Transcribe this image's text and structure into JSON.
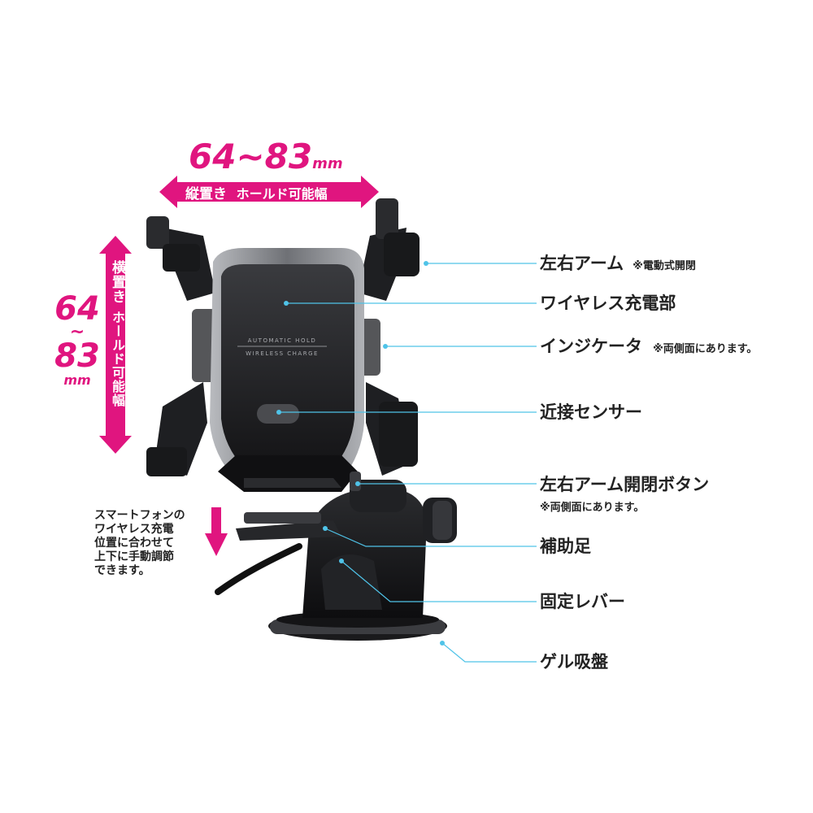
{
  "portrait_dimension": {
    "value": "64~83",
    "unit": "mm",
    "caption_bold": "縦置き",
    "caption": "ホールド可能幅"
  },
  "landscape_dimension": {
    "value_top": "64",
    "tilde": "~",
    "value_bottom": "83",
    "unit": "mm",
    "caption_bold": "横置き",
    "caption": "ホールド可能幅"
  },
  "adjust_note": {
    "lines": [
      "スマートフォンの",
      "ワイヤレス充電",
      "位置に合わせて",
      "上下に手動調節",
      "できます。"
    ]
  },
  "product_print": {
    "line1": "AUTOMATIC HOLD",
    "line2": "WIRELESS CHARGE"
  },
  "callouts": [
    {
      "label": "左右アーム",
      "note": "※電動式開閉"
    },
    {
      "label": "ワイヤレス充電部",
      "note": ""
    },
    {
      "label": "インジケータ",
      "note": "※両側面にあります。"
    },
    {
      "label": "近接センサー",
      "note": ""
    },
    {
      "label": "左右アーム開閉ボタン",
      "note": "※両側面にあります。"
    },
    {
      "label": "補助足",
      "note": ""
    },
    {
      "label": "固定レバー",
      "note": ""
    },
    {
      "label": "ゲル吸盤",
      "note": ""
    }
  ],
  "colors": {
    "accent_pink": "#e0157f",
    "leader_line": "#4fc3e8",
    "product_dark": "#1c1c1e",
    "product_silver": "#8a8c90"
  }
}
